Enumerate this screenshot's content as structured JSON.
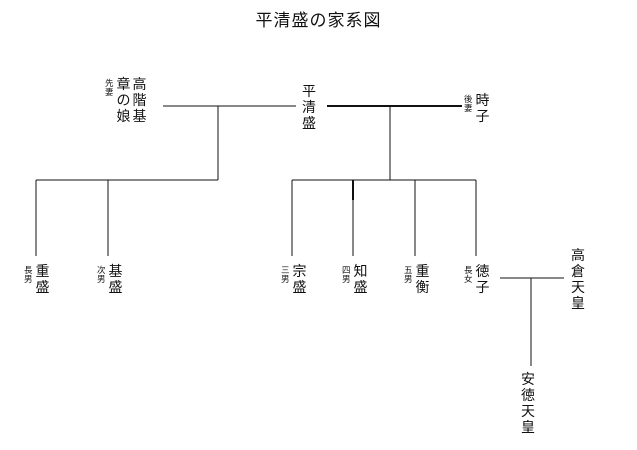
{
  "title": "平清盛の家系図",
  "colors": {
    "line": "#111111",
    "text": "#111111",
    "background": "#ffffff"
  },
  "people": {
    "kiyomori": {
      "name": "平清盛",
      "note": ""
    },
    "takashina": {
      "name": "高階基章の娘",
      "note": "先妻"
    },
    "tokiko": {
      "name": "時子",
      "note": "後妻"
    },
    "shigemori": {
      "name": "重盛",
      "note": "長男"
    },
    "motomori": {
      "name": "基盛",
      "note": "次男"
    },
    "munemori": {
      "name": "宗盛",
      "note": "三男"
    },
    "tomomori": {
      "name": "知盛",
      "note": "四男"
    },
    "shigehira": {
      "name": "重衡",
      "note": "五男"
    },
    "tokuko": {
      "name": "徳子",
      "note": "長女"
    },
    "takakura": {
      "name": "高倉天皇",
      "note": ""
    },
    "antoku": {
      "name": "安徳天皇",
      "note": ""
    }
  }
}
